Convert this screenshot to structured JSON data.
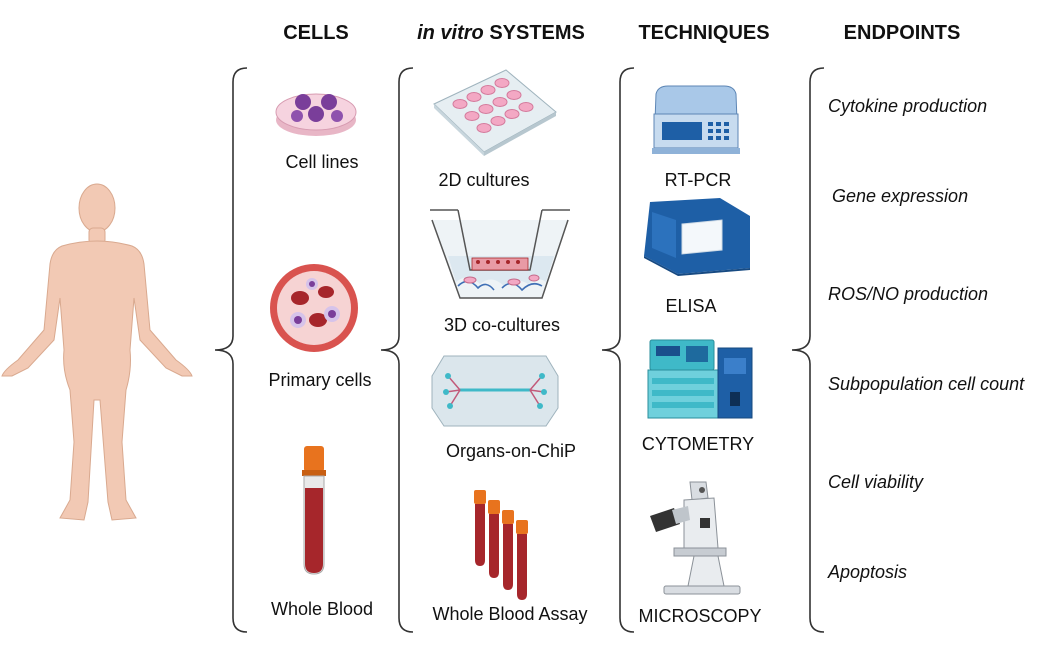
{
  "headers": {
    "cells": "CELLS",
    "systems_italic": "in vitro",
    "systems_rest": " SYSTEMS",
    "techniques": "TECHNIQUES",
    "endpoints": "ENDPOINTS"
  },
  "cells": [
    "Cell lines",
    "Primary cells",
    "Whole Blood"
  ],
  "systems": [
    "2D cultures",
    "3D co-cultures",
    "Organs-on-ChiP",
    "Whole Blood Assay"
  ],
  "techniques": [
    "RT-PCR",
    "ELISA",
    "CYTOMETRY",
    "MICROSCOPY"
  ],
  "endpoints": [
    "Cytokine production",
    "Gene expression",
    "ROS/NO production",
    "Subpopulation cell count",
    "Cell viability",
    "Apoptosis"
  ],
  "icons": {
    "human": "human-body-icon",
    "cell_lines": "petri-dish-icon",
    "primary_cells": "blood-cells-icon",
    "whole_blood": "blood-tube-icon",
    "culture_2d": "well-plate-icon",
    "coculture_3d": "transwell-insert-icon",
    "organ_chip": "organ-on-chip-icon",
    "blood_assay": "blood-tubes-icon",
    "rtpcr": "thermal-cycler-icon",
    "elisa": "plate-reader-icon",
    "cytometry": "flow-cytometer-icon",
    "microscopy": "microscope-icon"
  },
  "colors": {
    "skin": "#f2c9b4",
    "blood": "#a6262b",
    "pink_cell": "#f3a8c4",
    "purple_cell": "#7a3e9a",
    "device_blue": "#1e5fa6",
    "device_light": "#a9c8e8",
    "teal": "#3fb9c8",
    "bracket": "#333333"
  }
}
